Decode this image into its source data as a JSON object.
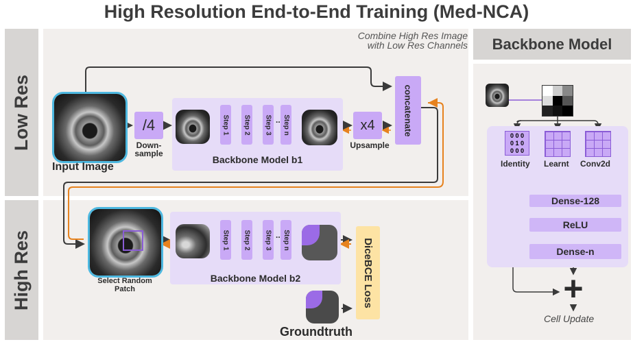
{
  "title": "High Resolution End-to-End Training (Med-NCA)",
  "low_res": {
    "section_label": "Low Res",
    "combine_note": "Combine High Res Image with Low Res Channels",
    "input_image_label": "Input Image",
    "divide_label": "/4",
    "downsample_label": "Down-sample",
    "steps": [
      "Step 1",
      "Step 2",
      "Step 3",
      "Step n"
    ],
    "ellipsis": "...",
    "backbone_label": "Backbone Model b1",
    "upsample_factor": "x4",
    "upsample_label": "Upsample",
    "concatenate_label": "concatenate"
  },
  "high_res": {
    "section_label": "High Res",
    "select_patch_label": "Select Random Patch",
    "steps": [
      "Step 1",
      "Step 2",
      "Step 3",
      "Step n"
    ],
    "ellipsis": "...",
    "backbone_label": "Backbone Model b2",
    "loss_label": "DiceBCE Loss",
    "groundtruth_label": "Groundtruth"
  },
  "backbone_model": {
    "header": "Backbone Model",
    "identity_label": "Identity",
    "identity_kernel": [
      "0 0 0",
      "0 1 0",
      "0 0 0"
    ],
    "learnt_label": "Learnt",
    "conv_label": "Conv2d",
    "layers": [
      "Dense-128",
      "ReLU",
      "Dense-n"
    ],
    "plus_symbol": "+",
    "cell_update_label": "Cell Update"
  },
  "colors": {
    "arrow_orange": "#e6821e",
    "arrow_dark": "#3a3a3a",
    "purple": "#c9a9f6",
    "cyan": "#4db8e0"
  }
}
